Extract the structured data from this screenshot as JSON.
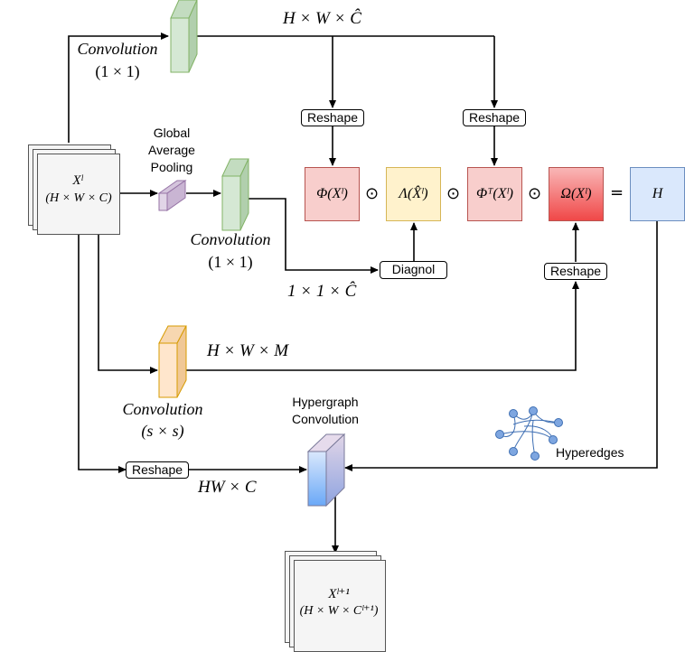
{
  "labels": {
    "conv1": [
      "Convolution",
      "(1 × 1)"
    ],
    "conv2": [
      "Convolution",
      "(1 × 1)"
    ],
    "conv3": [
      "Convolution",
      "(s × s)"
    ],
    "gap": [
      "Global",
      "Average",
      "Pooling"
    ],
    "hgconv": [
      "Hypergraph",
      "Convolution"
    ],
    "hyperedges": "Hyperedges"
  },
  "dims": {
    "top": "H × W × Ĉ",
    "mid": "1 × 1 × Ĉ",
    "m": "H × W × M",
    "hwc": "HW × C"
  },
  "boxes": {
    "reshape1": "Reshape",
    "reshape2": "Reshape",
    "reshape3": "Reshape",
    "reshape4": "Reshape",
    "diagnol": "Diagnol"
  },
  "terms": {
    "phi": "Φ(Xˡ)",
    "lambda": "Λ(X̂ˡ)",
    "phiT": "Φᵀ(Xˡ)",
    "omega": "Ω(Xˡ)",
    "h": "H",
    "dot": "⊙",
    "eq": "="
  },
  "input_stack": [
    "Xˡ",
    "(H × W × C)"
  ],
  "output_stack": [
    "Xˡ⁺¹",
    "(H × W × Cˡ⁺¹)"
  ],
  "colors": {
    "green_fill": "#d5e8d4",
    "green_stroke": "#82b366",
    "purple_fill": "#e1d5e7",
    "purple_stroke": "#9673a6",
    "orange_fill": "#ffe6cc",
    "orange_stroke": "#d79b00",
    "pink_fill": "#f8cecc",
    "pink_stroke": "#b85450",
    "yellow_fill": "#fff2cc",
    "yellow_stroke": "#d6b656",
    "red_fill": "#f05050",
    "blue_fill": "#dae8fc",
    "blue_stroke": "#6c8ebf",
    "node": "#7ea6e0",
    "node_stroke": "#3d6eb3"
  }
}
